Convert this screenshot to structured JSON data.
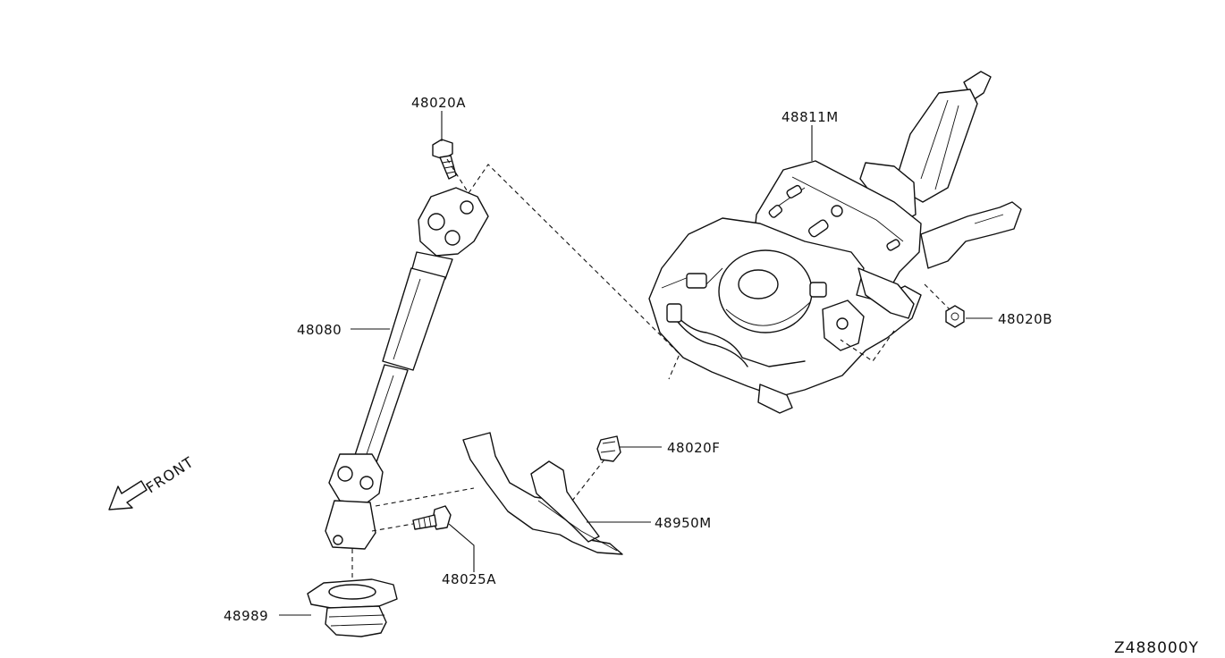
{
  "diagram": {
    "code": "Z488000Y",
    "direction_label": "FRONT",
    "callouts": [
      {
        "id": "48020A",
        "text": "48020A"
      },
      {
        "id": "48811M",
        "text": "48811M"
      },
      {
        "id": "48080",
        "text": "48080"
      },
      {
        "id": "48020B",
        "text": "48020B"
      },
      {
        "id": "48020F",
        "text": "48020F"
      },
      {
        "id": "48950M",
        "text": "48950M"
      },
      {
        "id": "48025A",
        "text": "48025A"
      },
      {
        "id": "48989",
        "text": "48989"
      }
    ]
  }
}
